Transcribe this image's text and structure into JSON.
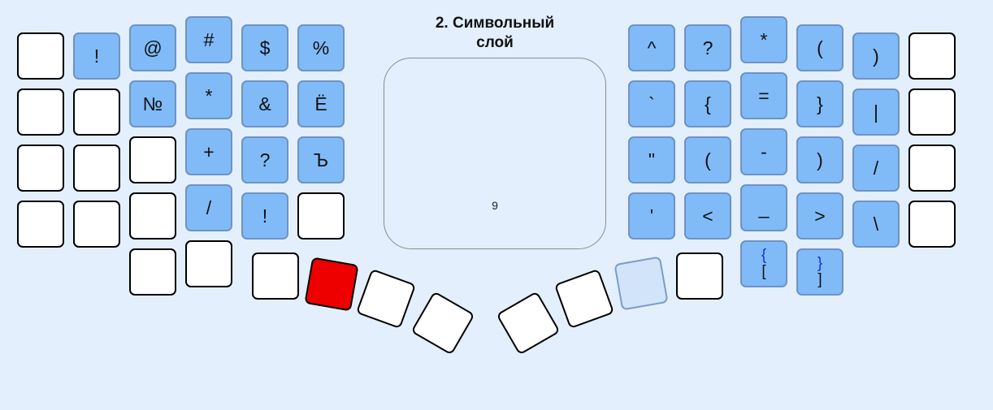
{
  "title": {
    "line1": "2. Символьный",
    "line2": "слой"
  },
  "trackpad": {
    "label": "9"
  },
  "keys": {
    "l_exclam": "!",
    "l_at": "@",
    "l_hash": "#",
    "l_dollar": "$",
    "l_percent": "%",
    "l_numero": "№",
    "l_star": "*",
    "l_amp": "&",
    "l_yo": "Ё",
    "l_plus": "+",
    "l_question": "?",
    "l_hardsign": "Ъ",
    "l_slash": "/",
    "l_exclam2": "!",
    "r_caret": "^",
    "r_question": "?",
    "r_star": "*",
    "r_lparen": "(",
    "r_rparen": ")",
    "r_backtick": "`",
    "r_lbrace": "{",
    "r_equals": "=",
    "r_rbrace": "}",
    "r_pipe": "|",
    "r_dquote": "\"",
    "r_lparen2": "(",
    "r_minus": "-",
    "r_rparen2": ")",
    "r_slash": "/",
    "r_squote": "'",
    "r_less": "<",
    "r_underscore": "_",
    "r_greater": ">",
    "r_backslash": "\\",
    "r_brace_top": "{",
    "r_bracket_bottom": "[",
    "r_brace_top2": "}",
    "r_bracket_bottom2": "]"
  },
  "colors": {
    "symbol_key": "#80bbf8",
    "active_key": "#ee0000",
    "pale_key": "#d2e4f9",
    "background": "#e3effc"
  }
}
